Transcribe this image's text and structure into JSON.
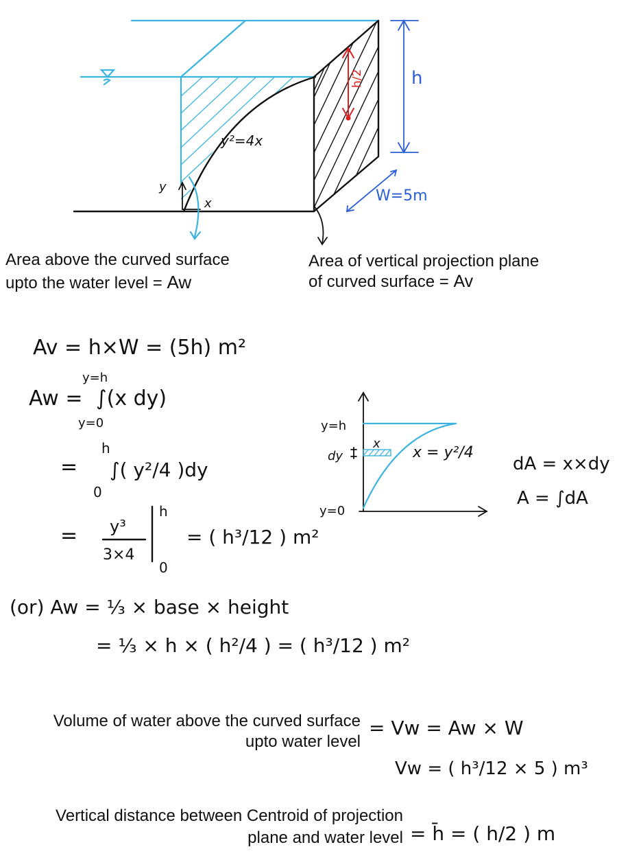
{
  "diagram": {
    "h_label": "h",
    "w_label": "W=5m",
    "curve_label": "y²=4x",
    "y_axis": "y",
    "x_axis": "x",
    "red_h": "h/2",
    "area_above_line1": "Area above the curved surface",
    "area_above_line2": "upto the water level = ",
    "area_above_sym": "Aw",
    "area_proj_line1": "Area of vertical projection plane",
    "area_proj_line2": "of curved surface = ",
    "area_proj_sym": "Av"
  },
  "math": {
    "av_eq": "Av = h×W = (5h) m²",
    "aw_lhs": "Aw =",
    "int_upper": "y=h",
    "int_lower": "y=0",
    "integrand1": "∫(x dy)",
    "eq_sym": "=",
    "lim_h": "h",
    "lim_0": "0",
    "integrand2": "∫( y²/4 )dy",
    "y3_num": "y³",
    "y3_den": "3×4",
    "result1": "= ( h³/12 ) m²",
    "or_line": "(or) Aw = ⅓ × base × height",
    "or_line2": "= ⅓ × h × ( h²/4 ) = ( h³/12 ) m²"
  },
  "inset": {
    "y_h": "y=h",
    "dy": "dy",
    "x": "x",
    "y_0": "y=0",
    "curve_eq": "x = y²/4",
    "dA": "dA = x×dy",
    "A": "A = ∫dA"
  },
  "volume": {
    "line1": "Volume of water above the curved surface",
    "line2": "upto water level",
    "eq1": "= Vw = Aw × W",
    "eq2": "Vw = ( h³/12 × 5 ) m³"
  },
  "centroid": {
    "line1": "Vertical distance between Centroid of projection",
    "line2": "plane and water level",
    "eq": "= h̄ = ( h/2 ) m"
  }
}
